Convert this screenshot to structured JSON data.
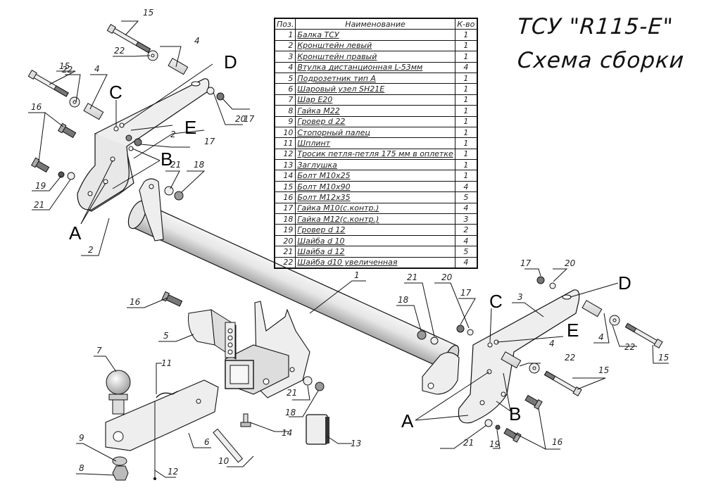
{
  "title": {
    "line1": "ТСУ \"R115-E\"",
    "line2": "Схема сборки"
  },
  "table": {
    "headers": {
      "pos": "Поз.",
      "name": "Наименование",
      "qty": "К-во"
    },
    "rows": [
      {
        "pos": "1",
        "name": "Балка ТСУ",
        "qty": "1"
      },
      {
        "pos": "2",
        "name": "Кронштейн левый",
        "qty": "1"
      },
      {
        "pos": "3",
        "name": "Кронштейн правый",
        "qty": "1"
      },
      {
        "pos": "4",
        "name": "Втулка дистанционная L-53мм",
        "qty": "4"
      },
      {
        "pos": "5",
        "name": "Подрозетник тип A",
        "qty": "1"
      },
      {
        "pos": "6",
        "name": "Шаровый узел SH21E",
        "qty": "1"
      },
      {
        "pos": "7",
        "name": "Шар E20",
        "qty": "1"
      },
      {
        "pos": "8",
        "name": "Гайка M22",
        "qty": "1"
      },
      {
        "pos": "9",
        "name": "Гровер d 22",
        "qty": "1"
      },
      {
        "pos": "10",
        "name": "Стопорный палец",
        "qty": "1"
      },
      {
        "pos": "11",
        "name": "Шплинт",
        "qty": "1"
      },
      {
        "pos": "12",
        "name": "Тросик петля-петля 175 мм в оплетке",
        "qty": "1"
      },
      {
        "pos": "13",
        "name": "Заглушка",
        "qty": "1"
      },
      {
        "pos": "14",
        "name": "Болт M10x25",
        "qty": "1"
      },
      {
        "pos": "15",
        "name": "Болт  M10x90",
        "qty": "4"
      },
      {
        "pos": "16",
        "name": "Болт M12x35",
        "qty": "5"
      },
      {
        "pos": "17",
        "name": "Гайка M10(с.контр.)",
        "qty": "4"
      },
      {
        "pos": "18",
        "name": "Гайка M12(с.контр.)",
        "qty": "3"
      },
      {
        "pos": "19",
        "name": "Гровер d 12",
        "qty": "2"
      },
      {
        "pos": "20",
        "name": "Шайба d 10",
        "qty": "4"
      },
      {
        "pos": "21",
        "name": "Шайба d 12",
        "qty": "5"
      },
      {
        "pos": "22",
        "name": "Шайба d10 увеличенная",
        "qty": "4"
      }
    ]
  },
  "callouts": {
    "left": [
      "15",
      "4",
      "22",
      "15",
      "22",
      "4",
      "16",
      "17",
      "20",
      "17",
      "2",
      "19",
      "21",
      "21",
      "18",
      "2"
    ],
    "center": [
      "1",
      "16",
      "5",
      "7",
      "11",
      "6",
      "9",
      "8",
      "12",
      "10",
      "14",
      "21",
      "18",
      "13"
    ],
    "right": [
      "17",
      "20",
      "21",
      "20",
      "18",
      "17",
      "3",
      "4",
      "22",
      "15",
      "4",
      "22",
      "15",
      "16",
      "21",
      "19"
    ]
  },
  "point_labels": {
    "A": "A",
    "B": "B",
    "C": "C",
    "D": "D",
    "E": "E"
  }
}
